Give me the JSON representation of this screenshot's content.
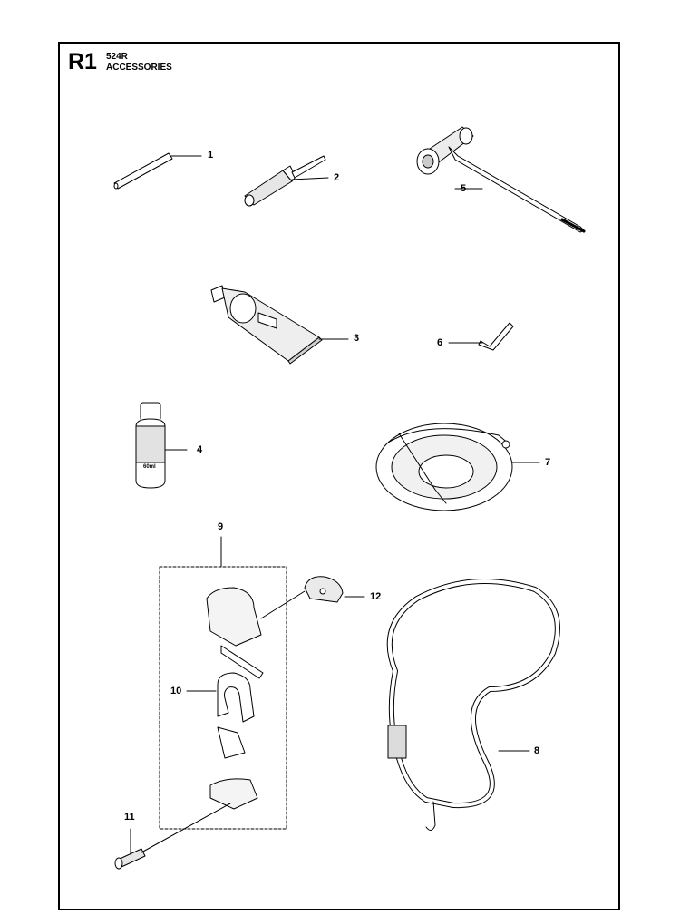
{
  "header": {
    "section_code": "R1",
    "model": "524R",
    "title": "ACCESSORIES"
  },
  "parts": [
    {
      "number": "1",
      "icon": "pin-icon"
    },
    {
      "number": "2",
      "icon": "screwdriver-icon"
    },
    {
      "number": "3",
      "icon": "grease-tube-icon"
    },
    {
      "number": "4",
      "icon": "oil-bottle-icon"
    },
    {
      "number": "5",
      "icon": "combination-wrench-icon"
    },
    {
      "number": "6",
      "icon": "hex-key-icon"
    },
    {
      "number": "7",
      "icon": "transport-guard-icon"
    },
    {
      "number": "8",
      "icon": "harness-strap-icon"
    },
    {
      "number": "9",
      "icon": "bracket-kit-icon"
    },
    {
      "number": "10",
      "icon": "loop-bracket-icon"
    },
    {
      "number": "11",
      "icon": "screw-icon"
    },
    {
      "number": "12",
      "icon": "nut-icon"
    }
  ],
  "bottle_label": "60ml",
  "colors": {
    "line": "#000000",
    "fill": "#ffffff",
    "shade": "#d8d8d8"
  }
}
